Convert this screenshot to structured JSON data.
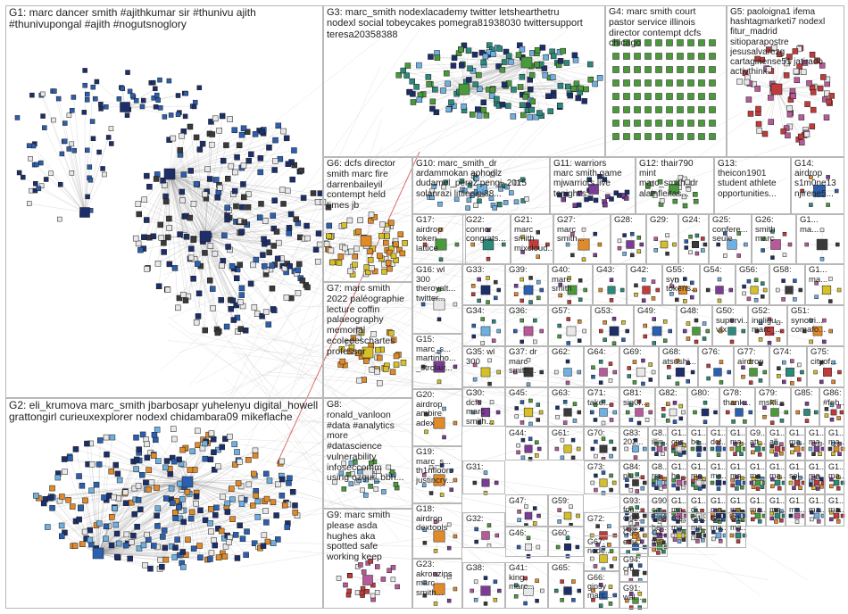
{
  "colors": {
    "edge": "#9a9a9a",
    "border": "#b8b8b8",
    "label": "#222222",
    "node_fill": [
      "#1c2f6b",
      "#2b5fb0",
      "#4a9a3c",
      "#2c8a7a",
      "#c23b3b",
      "#e08a2a",
      "#7a3c96",
      "#d6c02a",
      "#3a3a3a",
      "#6fb0e0",
      "#b85a9a",
      "#e8e8e8"
    ],
    "node_stroke": "#1a1a1a",
    "accent_red": "#d03030"
  },
  "groups": [
    {
      "id": "G1",
      "label": "G1: marc dancer smith #ajithkumar sir #thunivu ajith\n#thunivupongal #ajith #nogutsnoglory"
    },
    {
      "id": "G2",
      "label": "G2: eli_krumova marc_smith jbarbosapr yuhelenyu digital_howell\ngrattongirl curieuxexplorer nodexl chidambara09 mikeflache"
    },
    {
      "id": "G3",
      "label": "G3: marc_smith nodexlacademy twitter letshearthetru\nnodexl social tobeycakes pomegra81938030 twittersupport\nteresa20358388"
    },
    {
      "id": "G4",
      "label": "G4: marc smith court\npastor service illinois\ndirector contempt dcfs\nchicago"
    },
    {
      "id": "G5",
      "label": "G5: paoloigna1 ifema\nhashtagmarketi7 nodexl\nfitur_madrid\nsitioparapostre\njesusalvarezg\ncartaginense51 jatirado\nactivthink"
    },
    {
      "id": "G6",
      "label": "G6: dcfs director\nsmith marc fire\ndarrenbaileyil\ncontempt held\ntimes jb"
    },
    {
      "id": "G7",
      "label": "G7: marc smith\n2022 paléographie\nlecture coffin\npalaeography\nmemorial\necoledeschartes\nprofessor"
    },
    {
      "id": "G8",
      "label": "G8:\nronald_vanloon\n#data #analytics\nmore\n#datascience\nvulnerability\ninfoseccomm\nusing ozgur_bbh..."
    },
    {
      "id": "G9",
      "label": "G9: marc smith\nplease asda\nhughes aka\nspotted safe\nworking keep"
    },
    {
      "id": "G10",
      "label": "G10: marc_smith_dr\nardammokan aphodlz\ndudamel_perez pengj_2015\nsolanrazi littlepipi88..."
    },
    {
      "id": "G11",
      "label": "G11: warriors\nmarc smith game\nmjwarriors live\ntonight's..."
    },
    {
      "id": "G12",
      "label": "G12: thair790\nmint\nmarc_smith_dr\nalainfleitas..."
    },
    {
      "id": "G13",
      "label": "G13:\ntheicon1901\nstudent athlete\nopportunities..."
    },
    {
      "id": "G14",
      "label": "G14:\nairdrop\ns1m0ne13\nnjirene5..."
    },
    {
      "id": "G17",
      "label": "G17:\nairdrop\ntoken\nlattice"
    },
    {
      "id": "G22",
      "label": "G22:\nconnor\ncongrats..."
    },
    {
      "id": "G21",
      "label": "G21: marc\nsmith\nmixcloud..."
    },
    {
      "id": "G27",
      "label": "G27:\nmarc\nsmith..."
    },
    {
      "id": "G28",
      "label": "G28:"
    },
    {
      "id": "G29",
      "label": "G29:"
    },
    {
      "id": "G24",
      "label": "G24:"
    },
    {
      "id": "G25",
      "label": "G25:\nconfere...\nseule"
    },
    {
      "id": "G26",
      "label": "G26:\nsmith\nmarc"
    },
    {
      "id": "G16",
      "label": "G16: wl\n300\ntheroyalt...\ntwitter..."
    },
    {
      "id": "G33",
      "label": "G33:"
    },
    {
      "id": "G39",
      "label": "G39:"
    },
    {
      "id": "G40",
      "label": "G40:\nmarc\nsmith"
    },
    {
      "id": "G43",
      "label": "G43:"
    },
    {
      "id": "G42",
      "label": "G42:"
    },
    {
      "id": "G55",
      "label": "G55:\nsyn\ntokens..."
    },
    {
      "id": "G54",
      "label": "G54:"
    },
    {
      "id": "G56",
      "label": "G56:"
    },
    {
      "id": "G58",
      "label": "G58:"
    },
    {
      "id": "G34",
      "label": "G34:"
    },
    {
      "id": "G36",
      "label": "G36:"
    },
    {
      "id": "G57",
      "label": "G57:"
    },
    {
      "id": "G53",
      "label": "G53:"
    },
    {
      "id": "G49",
      "label": "G49:"
    },
    {
      "id": "G48",
      "label": "G48:"
    },
    {
      "id": "G50",
      "label": "G50:\nsupervi...\nvfx"
    },
    {
      "id": "G52",
      "label": "G52:\ningligu...\nmarc_..."
    },
    {
      "id": "G51",
      "label": "G51:\nsynotri...\ncomafo..."
    },
    {
      "id": "G15",
      "label": "G15:\nmarc_s...\nmartinho...\n_strclair..."
    },
    {
      "id": "G35",
      "label": "G35: wl\n300"
    },
    {
      "id": "G37",
      "label": "G37: dr\nmarc\nsmith..."
    },
    {
      "id": "G62",
      "label": "G62:"
    },
    {
      "id": "G64",
      "label": "G64:"
    },
    {
      "id": "G69",
      "label": "G69:"
    },
    {
      "id": "G68",
      "label": "G68:\natsushi..."
    },
    {
      "id": "G76",
      "label": "G76:"
    },
    {
      "id": "G77",
      "label": "G77:\nairdrop"
    },
    {
      "id": "G74",
      "label": "G74:"
    },
    {
      "id": "G75",
      "label": "G75:\ncityof..."
    },
    {
      "id": "G20",
      "label": "G20:\nairdrop\nambire\nadex"
    },
    {
      "id": "G30",
      "label": "G30:\ndcfs\nmarc\nsmith..."
    },
    {
      "id": "G45",
      "label": "G45:"
    },
    {
      "id": "G63",
      "label": "G63:"
    },
    {
      "id": "G71",
      "label": "G71:\ntake..."
    },
    {
      "id": "G81",
      "label": "G81:\nsin0f..."
    },
    {
      "id": "G82",
      "label": "G82:"
    },
    {
      "id": "G80",
      "label": "G80:"
    },
    {
      "id": "G78",
      "label": "G78:\nthank..."
    },
    {
      "id": "G79",
      "label": "G79:\nmskli..."
    },
    {
      "id": "G85",
      "label": "G85:"
    },
    {
      "id": "G86",
      "label": "G86:\n#feh..."
    },
    {
      "id": "G19",
      "label": "G19:\nmarc_s...\nth1nfloors\njustincry..."
    },
    {
      "id": "G44",
      "label": "G44:"
    },
    {
      "id": "G61",
      "label": "G61:"
    },
    {
      "id": "G70",
      "label": "G70:"
    },
    {
      "id": "G83",
      "label": "G83:\n202..."
    },
    {
      "id": "G8x1",
      "label": "G8...\nillin..."
    },
    {
      "id": "G1x1",
      "label": "G1...\ncps..."
    },
    {
      "id": "G1x2",
      "label": "G1...\nbe..."
    },
    {
      "id": "G1x3",
      "label": "G1...\ndcf..."
    },
    {
      "id": "G1x4",
      "label": "G1...\nma..."
    },
    {
      "id": "G9x1",
      "label": "G9...\natt..."
    },
    {
      "id": "G1x5",
      "label": "G1...\nall"
    },
    {
      "id": "G1x6",
      "label": "G1...\nma..."
    },
    {
      "id": "G31",
      "label": "G31:"
    },
    {
      "id": "G73",
      "label": "G73:"
    },
    {
      "id": "G84",
      "label": "G84:\nplu..."
    },
    {
      "id": "G8x2",
      "label": "G8...\nrrs..."
    },
    {
      "id": "G1x7",
      "label": "G1...\nha..."
    },
    {
      "id": "G1x8",
      "label": "G1...\nma..."
    },
    {
      "id": "G1x9",
      "label": "G1...\nma..."
    },
    {
      "id": "G1x10",
      "label": "G1...\nma..."
    },
    {
      "id": "G1x11",
      "label": "G1...\nma..."
    },
    {
      "id": "G1x12",
      "label": "G1...\nma..."
    },
    {
      "id": "G1x13",
      "label": "G1...\nsol..."
    },
    {
      "id": "G18",
      "label": "G18:\nairdrop\ndextools"
    },
    {
      "id": "G47",
      "label": "G47:"
    },
    {
      "id": "G59",
      "label": "G59:"
    },
    {
      "id": "G93",
      "label": "G93:\nfou..."
    },
    {
      "id": "G90",
      "label": "G90:\nca..."
    },
    {
      "id": "G1x14",
      "label": "G1...\nma..."
    },
    {
      "id": "G1x15",
      "label": "G1...\ndi..."
    },
    {
      "id": "G1x16",
      "label": "G1...\nma..."
    },
    {
      "id": "G1x17",
      "label": "G1...\nma..."
    },
    {
      "id": "G1x18",
      "label": "G1...\nma..."
    },
    {
      "id": "G1x19",
      "label": "G1...\nma..."
    },
    {
      "id": "G72",
      "label": "G72:"
    },
    {
      "id": "G92",
      "label": "G92:\nund..."
    },
    {
      "id": "G88",
      "label": "G88:\nhel..."
    },
    {
      "id": "G1x20",
      "label": "G1...\nma..."
    },
    {
      "id": "G1x21",
      "label": "G1...\nma..."
    },
    {
      "id": "G1x22",
      "label": "G1...\nma..."
    },
    {
      "id": "G32",
      "label": "G32:"
    },
    {
      "id": "G46",
      "label": "G46:"
    },
    {
      "id": "G60",
      "label": "G60:"
    },
    {
      "id": "G95",
      "label": "G95:\nedu..."
    },
    {
      "id": "G1x23",
      "label": "G1...\ntra..."
    },
    {
      "id": "G1x24",
      "label": "G1...\nma..."
    },
    {
      "id": "G1x25",
      "label": "G1...\nma..."
    },
    {
      "id": "G23",
      "label": "G23:\nakronzips\nmarc\nsmith..."
    },
    {
      "id": "G38",
      "label": "G38:"
    },
    {
      "id": "G67",
      "label": "G67:\nnode..."
    },
    {
      "id": "G94",
      "label": "G94:\ncro..."
    },
    {
      "id": "G1x26",
      "label": "G1...\nma..."
    },
    {
      "id": "G1x27",
      "label": "G1...\nma..."
    },
    {
      "id": "G41",
      "label": "G41:\nking\nmarc..."
    },
    {
      "id": "G65",
      "label": "G65:"
    },
    {
      "id": "G66",
      "label": "G66:\ngipsy\nmarc..."
    },
    {
      "id": "G91",
      "label": "G91:\nwal..."
    },
    {
      "id": "G1x28",
      "label": "G1...\nma..."
    },
    {
      "id": "G1x29",
      "label": "G1...\nma..."
    },
    {
      "id": "G1x30",
      "label": "G1...\nma..."
    },
    {
      "id": "G1x31",
      "label": "G1...\nma..."
    },
    {
      "id": "G1x32",
      "label": "G1...\nma..."
    },
    {
      "id": "G1x33",
      "label": "G1...\nma..."
    }
  ]
}
